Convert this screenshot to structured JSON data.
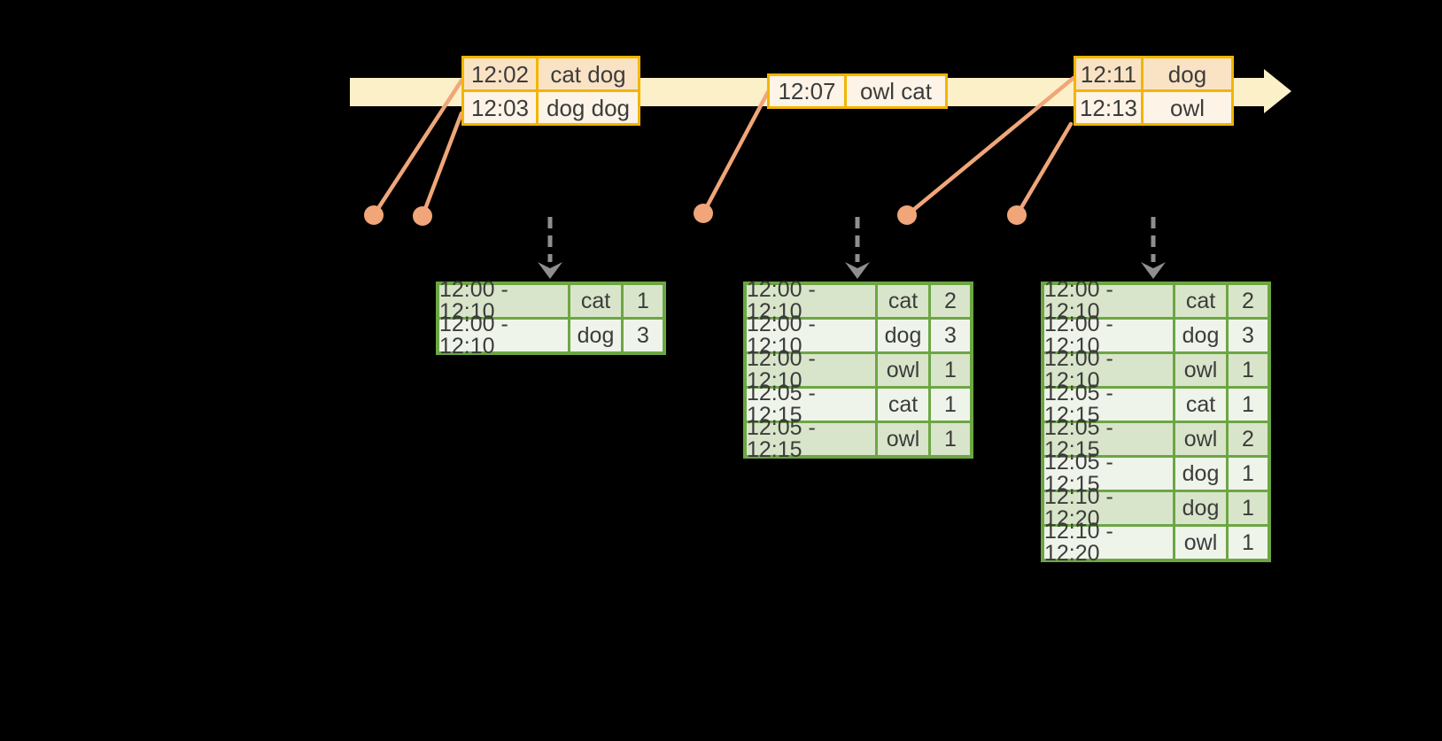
{
  "colors": {
    "background": "#000000",
    "timeline_fill": "#FBF0C8",
    "event_box_border": "#F2B500",
    "event_row_dark": "#FAE3C4",
    "event_row_light": "#FDF4E7",
    "connector_salmon": "#F0A678",
    "trigger_arrow_gray": "#8F8F8F",
    "table_border_green": "#6CA644",
    "table_row_dark": "#D9E5CA",
    "table_row_light": "#EFF4EA",
    "text": "#3C3C3C"
  },
  "timeline": {
    "event_groups": [
      {
        "rows": [
          {
            "time": "12:02",
            "words": "cat dog"
          },
          {
            "time": "12:03",
            "words": "dog dog"
          }
        ]
      },
      {
        "rows": [
          {
            "time": "12:07",
            "words": "owl cat"
          }
        ]
      },
      {
        "rows": [
          {
            "time": "12:11",
            "words": "dog"
          },
          {
            "time": "12:13",
            "words": "owl"
          }
        ]
      }
    ]
  },
  "result_tables": [
    {
      "rows": [
        {
          "window": "12:00 - 12:10",
          "word": "cat",
          "count": "1"
        },
        {
          "window": "12:00 - 12:10",
          "word": "dog",
          "count": "3"
        }
      ]
    },
    {
      "rows": [
        {
          "window": "12:00 - 12:10",
          "word": "cat",
          "count": "2"
        },
        {
          "window": "12:00 - 12:10",
          "word": "dog",
          "count": "3"
        },
        {
          "window": "12:00 - 12:10",
          "word": "owl",
          "count": "1"
        },
        {
          "window": "12:05 - 12:15",
          "word": "cat",
          "count": "1"
        },
        {
          "window": "12:05 - 12:15",
          "word": "owl",
          "count": "1"
        }
      ]
    },
    {
      "rows": [
        {
          "window": "12:00 - 12:10",
          "word": "cat",
          "count": "2"
        },
        {
          "window": "12:00 - 12:10",
          "word": "dog",
          "count": "3"
        },
        {
          "window": "12:00 - 12:10",
          "word": "owl",
          "count": "1"
        },
        {
          "window": "12:05 - 12:15",
          "word": "cat",
          "count": "1"
        },
        {
          "window": "12:05 - 12:15",
          "word": "owl",
          "count": "2"
        },
        {
          "window": "12:05 - 12:15",
          "word": "dog",
          "count": "1"
        },
        {
          "window": "12:10 - 12:20",
          "word": "dog",
          "count": "1"
        },
        {
          "window": "12:10 - 12:20",
          "word": "owl",
          "count": "1"
        }
      ]
    }
  ]
}
